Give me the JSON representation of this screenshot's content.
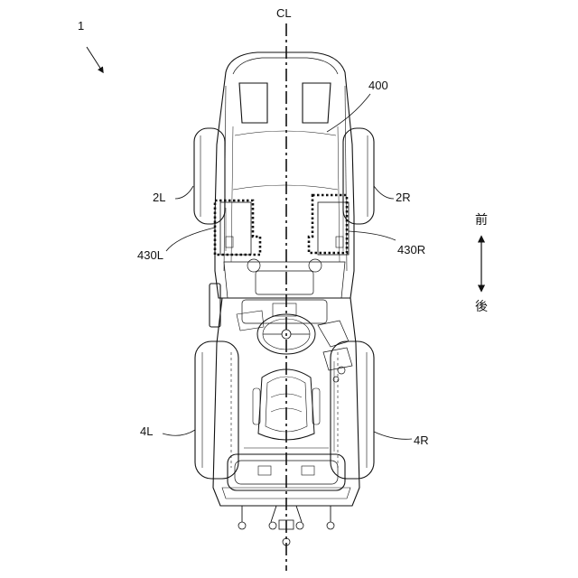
{
  "labels": {
    "centerline": "CL",
    "vehicle": "1",
    "cabin": "400",
    "front_wheel_left": "2L",
    "front_wheel_right": "2R",
    "door_left": "430L",
    "door_right": "430R",
    "rear_wheel_left": "4L",
    "rear_wheel_right": "4R",
    "front": "前",
    "rear": "後"
  },
  "colors": {
    "line": "#111111",
    "background": "#ffffff"
  }
}
